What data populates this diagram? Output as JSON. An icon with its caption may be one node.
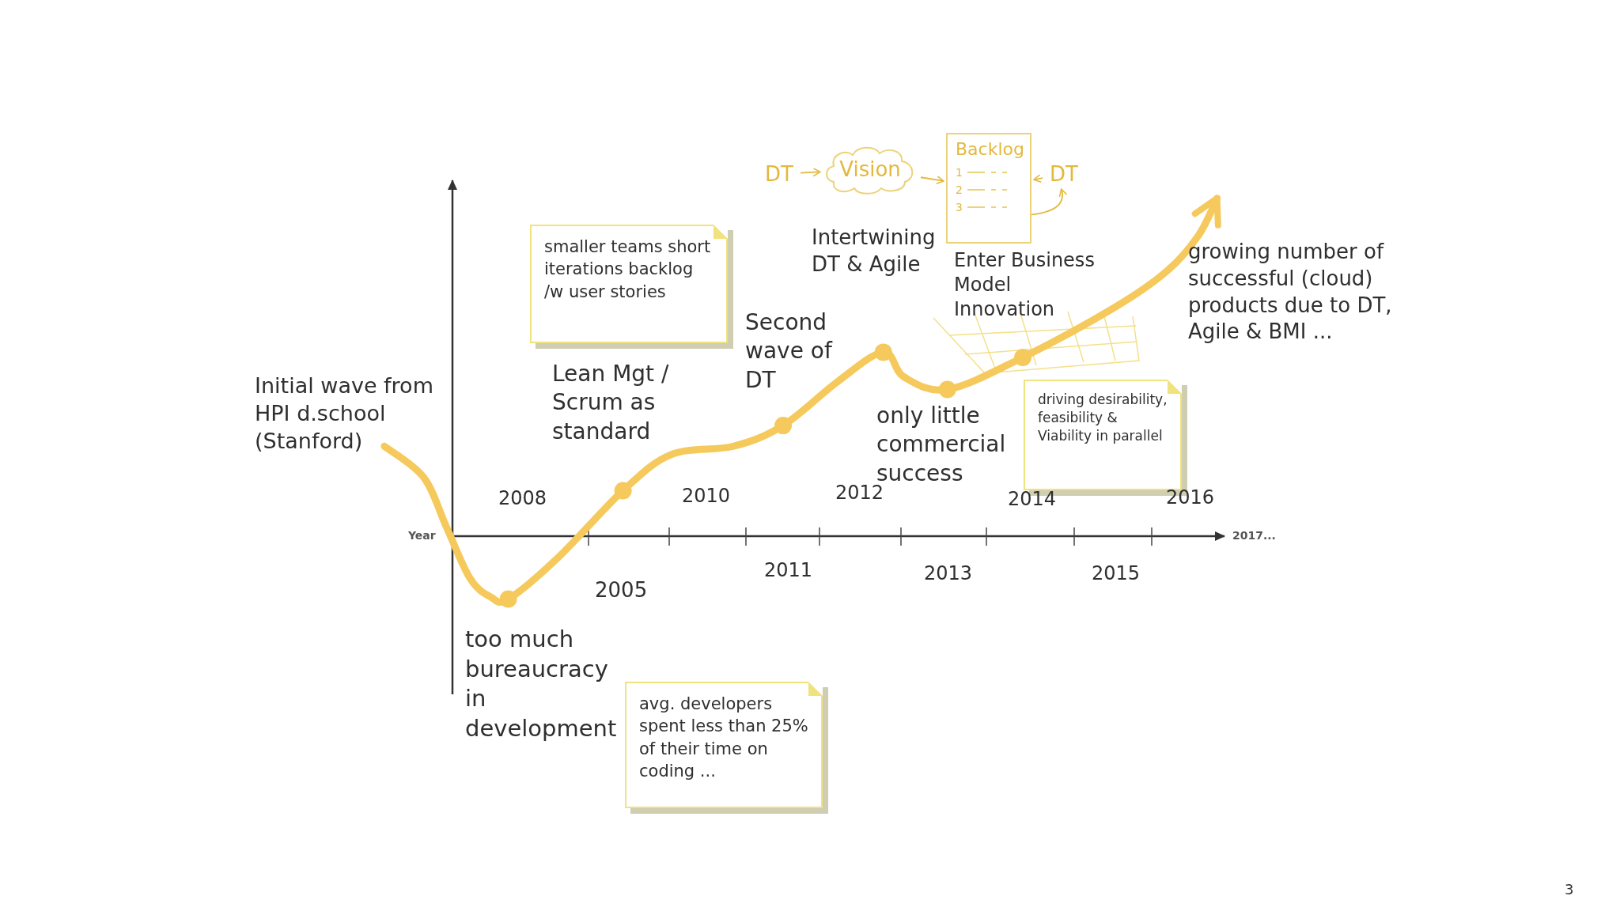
{
  "diagram": {
    "nodes": [
      {
        "text": [
          "DT"
        ]
      },
      {
        "text": [
          "Vision"
        ]
      },
      {
        "text": [
          "Backlog",
          "1",
          "2",
          "3"
        ]
      },
      {
        "text": [
          "DT"
        ]
      },
      {
        "text": [
          "smaller teams short iterations backlog /w user stories"
        ]
      },
      {
        "text": [
          "driving desirability, feasibility & Viability in parallel"
        ]
      },
      {
        "text": [
          "avg. developers spent less than 25% of their time on coding ..."
        ]
      }
    ],
    "edges": [
      {
        "from": 0,
        "to": 1,
        "arrow": "to"
      },
      {
        "from": 1,
        "to": 2,
        "arrow": "to"
      },
      {
        "from": 3,
        "to": 2,
        "arrow": "to"
      },
      {
        "from": 2,
        "to": 3,
        "arrow": "to"
      }
    ],
    "labels": [
      "Intertwining DT & Agile",
      "Enter Business Model Innovation",
      "growing number of successful (cloud) products due to DT, Agile & BMI ...",
      "Second wave of DT",
      "Initial wave from HPI d.school (Stanford)",
      "Lean Mgt / Scrum as standard",
      "only little commercial success",
      "2008",
      "2010",
      "2012",
      "2014",
      "2016",
      "Year",
      "2017...",
      "2005",
      "2011",
      "2013",
      "2015",
      "too much bureaucracy in development",
      "3"
    ]
  }
}
